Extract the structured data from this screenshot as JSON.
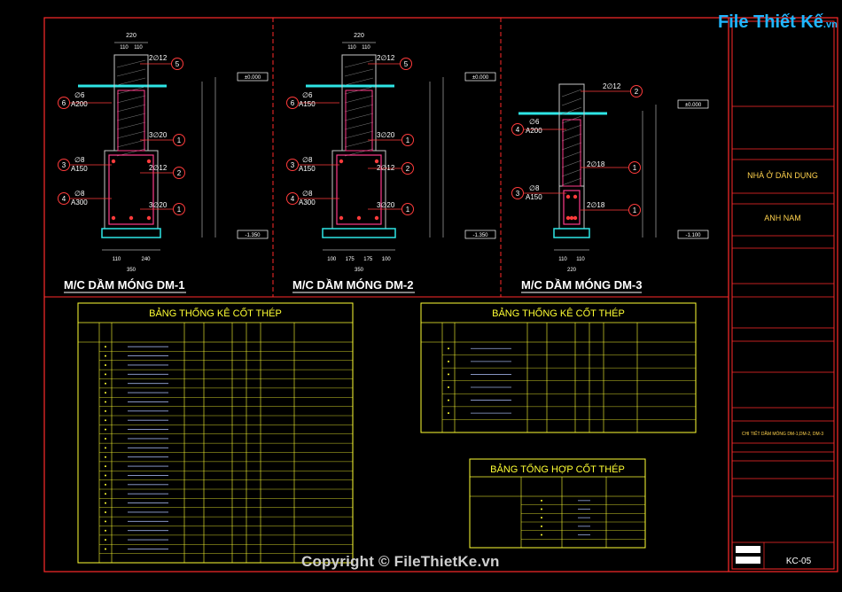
{
  "logo": {
    "text": "File Thiết Kế",
    "suffix": ".vn"
  },
  "watermark": "Copyright © FileThietKe.vn",
  "sections": [
    {
      "title": "M/C DẦM MÓNG DM-1",
      "top_dim": "220",
      "sub_dims": [
        "110",
        "110"
      ],
      "bottom_dims": [
        "110",
        "240"
      ],
      "bottom_total": "350",
      "level_top": "±0.000",
      "level_bottom": "-1.350",
      "bars": [
        {
          "mark": "5",
          "label": "2∅12"
        },
        {
          "mark": "6",
          "label": "∅6 A200"
        },
        {
          "mark": "1",
          "label": "3∅20"
        },
        {
          "mark": "3",
          "label": "∅8 A150"
        },
        {
          "mark": "2",
          "label": "2∅12"
        },
        {
          "mark": "4",
          "label": "∅8 A300"
        },
        {
          "mark": "1",
          "label": "3∅20"
        }
      ]
    },
    {
      "title": "M/C DẦM MÓNG DM-2",
      "top_dim": "220",
      "sub_dims": [
        "110",
        "110"
      ],
      "bottom_dims": [
        "100",
        "175",
        "175",
        "100"
      ],
      "bottom_total": "350",
      "level_top": "±0.000",
      "level_bottom": "-1.350",
      "bars": [
        {
          "mark": "5",
          "label": "2∅12"
        },
        {
          "mark": "6",
          "label": "∅6 A150"
        },
        {
          "mark": "1",
          "label": "3∅20"
        },
        {
          "mark": "3",
          "label": "∅8 A150"
        },
        {
          "mark": "2",
          "label": "2∅12"
        },
        {
          "mark": "4",
          "label": "∅8 A300"
        },
        {
          "mark": "1",
          "label": "3∅20"
        }
      ]
    },
    {
      "title": "M/C DẦM MÓNG DM-3",
      "top_dim": "",
      "sub_dims": [],
      "bottom_dims": [
        "110",
        "110"
      ],
      "bottom_total": "220",
      "level_top": "±0.000",
      "level_bottom": "-1.100",
      "bars": [
        {
          "mark": "2",
          "label": "2∅12"
        },
        {
          "mark": "4",
          "label": "∅6 A200"
        },
        {
          "mark": "1",
          "label": "2∅18"
        },
        {
          "mark": "3",
          "label": "∅8 A150"
        },
        {
          "mark": "1",
          "label": "2∅18"
        }
      ]
    }
  ],
  "tables": {
    "t1_title": "BẢNG THỐNG KÊ CỐT THÉP",
    "t2_title": "BẢNG THỐNG KÊ CỐT THÉP",
    "t3_title": "BẢNG TỔNG HỢP CỐT THÉP"
  },
  "title_block": {
    "project": "NHÀ Ở DÂN DỤNG",
    "owner": "ANH NAM",
    "drawing_name": "CHI TIẾT DẦM MÓNG DM-1,DM-2, DM-3",
    "sheet": "KC-05"
  }
}
